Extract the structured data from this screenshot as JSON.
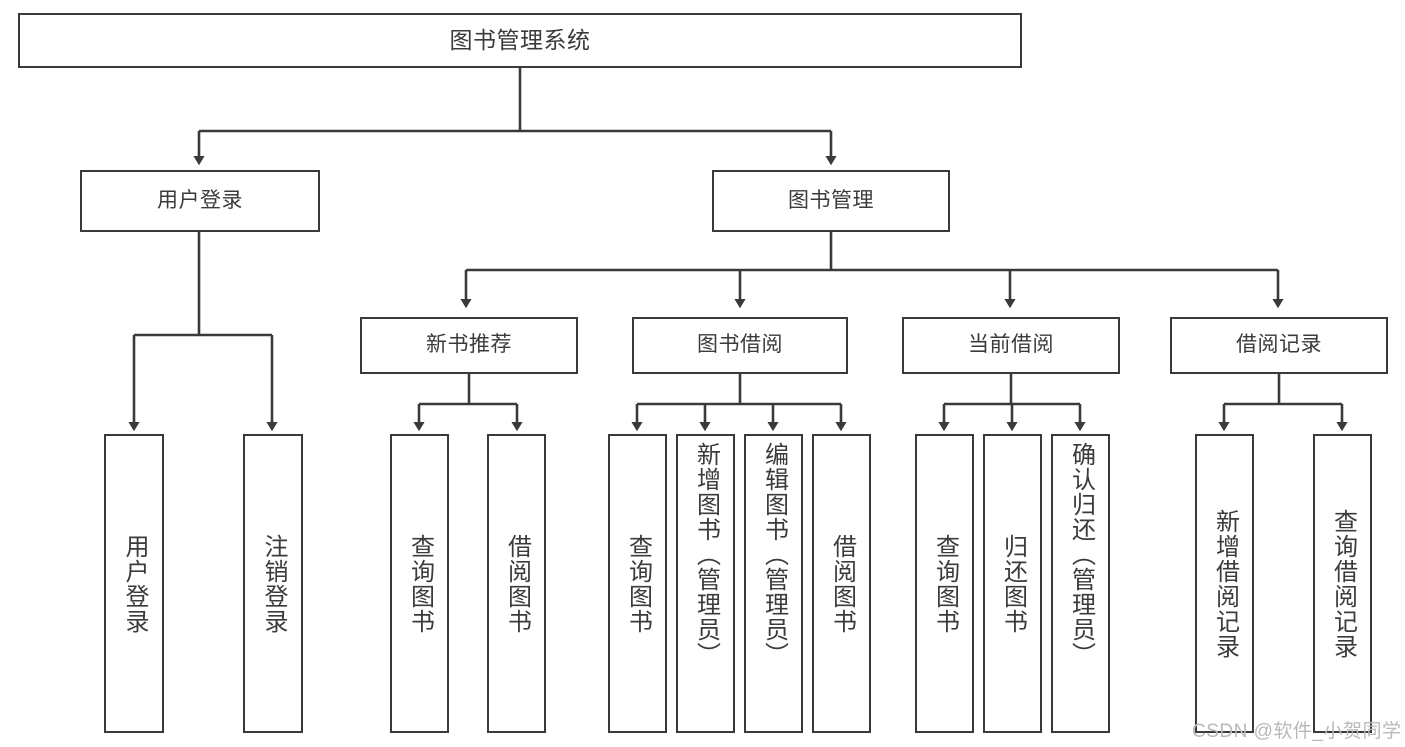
{
  "diagram": {
    "type": "tree-hierarchy",
    "title": "图书管理系统",
    "root": {
      "id": "root",
      "label": "图书管理系统"
    },
    "level2": [
      {
        "id": "user-login",
        "label": "用户登录"
      },
      {
        "id": "book-manage",
        "label": "图书管理"
      }
    ],
    "level3": [
      {
        "id": "new-book-recommend",
        "label": "新书推荐",
        "parent": "book-manage"
      },
      {
        "id": "book-borrow",
        "label": "图书借阅",
        "parent": "book-manage"
      },
      {
        "id": "current-borrow",
        "label": "当前借阅",
        "parent": "book-manage"
      },
      {
        "id": "borrow-record",
        "label": "借阅记录",
        "parent": "book-manage"
      }
    ],
    "leaves": [
      {
        "id": "leaf-user-login",
        "label": "用户登录",
        "parent": "user-login"
      },
      {
        "id": "leaf-user-logout",
        "label": "注销登录",
        "parent": "user-login"
      },
      {
        "id": "leaf-query-book-1",
        "label": "查询图书",
        "parent": "new-book-recommend"
      },
      {
        "id": "leaf-borrow-book-1",
        "label": "借阅图书",
        "parent": "new-book-recommend"
      },
      {
        "id": "leaf-query-book-2",
        "label": "查询图书",
        "parent": "book-borrow"
      },
      {
        "id": "leaf-add-book",
        "label": "新增图书（管理员）",
        "parent": "book-borrow"
      },
      {
        "id": "leaf-edit-book",
        "label": "编辑图书（管理员）",
        "parent": "book-borrow"
      },
      {
        "id": "leaf-borrow-book-2",
        "label": "借阅图书",
        "parent": "book-borrow"
      },
      {
        "id": "leaf-query-book-3",
        "label": "查询图书",
        "parent": "current-borrow"
      },
      {
        "id": "leaf-return-book",
        "label": "归还图书",
        "parent": "current-borrow"
      },
      {
        "id": "leaf-confirm-return",
        "label": "确认归还（管理员）",
        "parent": "current-borrow"
      },
      {
        "id": "leaf-add-record",
        "label": "新增借阅记录",
        "parent": "borrow-record"
      },
      {
        "id": "leaf-query-record",
        "label": "查询借阅记录",
        "parent": "borrow-record"
      }
    ],
    "colors": {
      "box_border": "#3a3a3a",
      "box_fill": "#ffffff",
      "text": "#3b3b3b",
      "connector": "#3a3a3a",
      "watermark": "#b9b9b9",
      "background": "#ffffff"
    }
  },
  "watermark": {
    "text": "CSDN @软件_小贺同学"
  }
}
